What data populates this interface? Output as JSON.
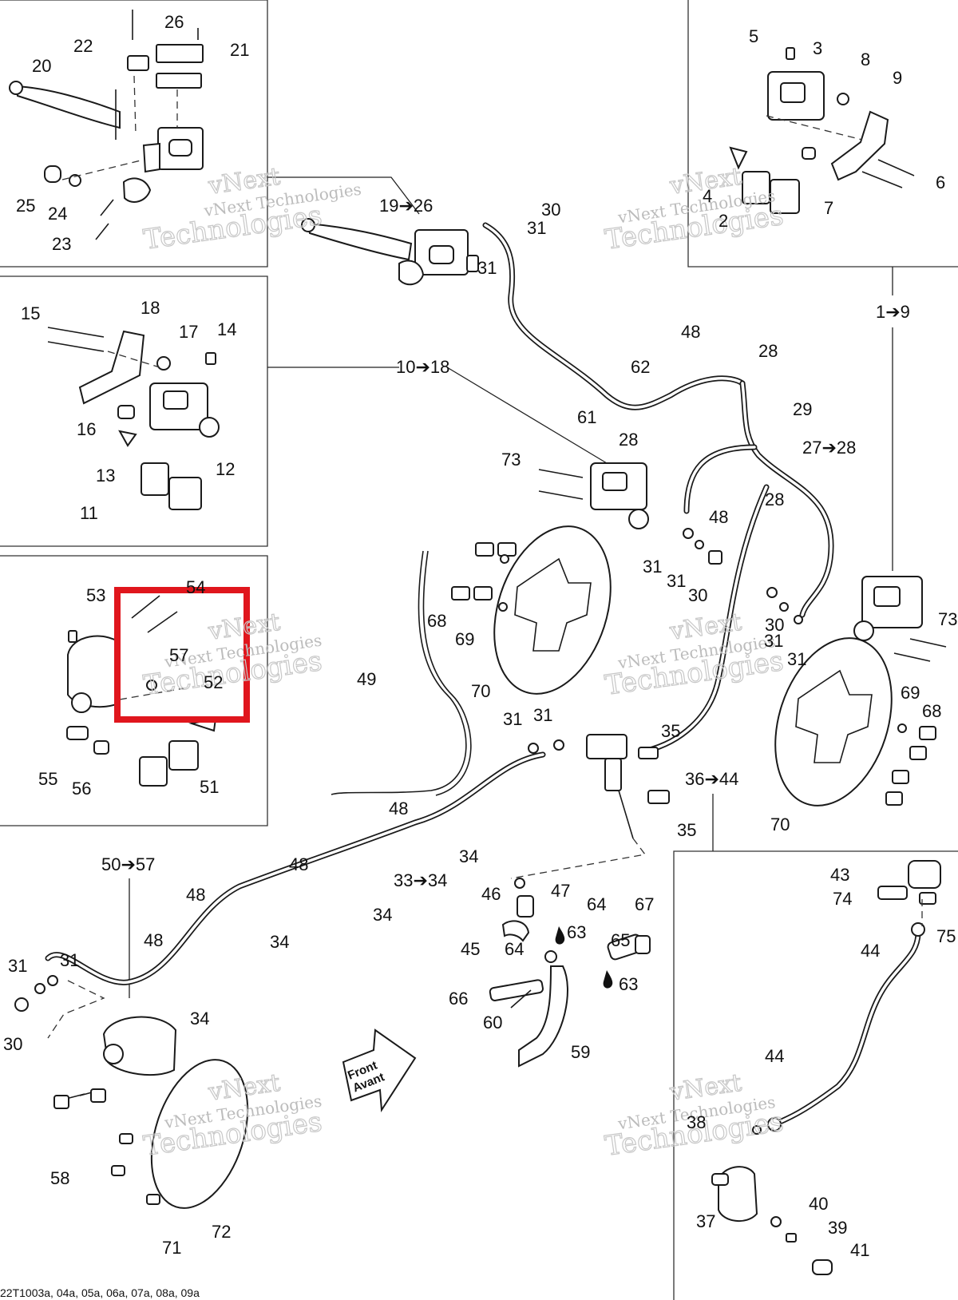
{
  "footer_code": "22T1003a, 04a, 05a, 06a, 07a, 08a, 09a",
  "watermark": {
    "line1": "vNext",
    "line2": "vNext Technologies",
    "line3": "Technologies"
  },
  "front_label": "Front",
  "front_label_fr": "Avant",
  "highlight_color": "#e0161d",
  "callouts": [
    {
      "id": "c20",
      "text": "20"
    },
    {
      "id": "c22",
      "text": "22"
    },
    {
      "id": "c26a",
      "text": "26"
    },
    {
      "id": "c21",
      "text": "21"
    },
    {
      "id": "c25",
      "text": "25"
    },
    {
      "id": "c24",
      "text": "24"
    },
    {
      "id": "c23",
      "text": "23"
    },
    {
      "id": "c19_26",
      "text": "19➔26"
    },
    {
      "id": "c30a",
      "text": "30"
    },
    {
      "id": "c31a",
      "text": "31"
    },
    {
      "id": "c31b",
      "text": "31"
    },
    {
      "id": "c5",
      "text": "5"
    },
    {
      "id": "c3",
      "text": "3"
    },
    {
      "id": "c8",
      "text": "8"
    },
    {
      "id": "c9",
      "text": "9"
    },
    {
      "id": "c4",
      "text": "4"
    },
    {
      "id": "c2",
      "text": "2"
    },
    {
      "id": "c7",
      "text": "7"
    },
    {
      "id": "c6",
      "text": "6"
    },
    {
      "id": "c1_9",
      "text": "1➔9"
    },
    {
      "id": "c15",
      "text": "15"
    },
    {
      "id": "c18",
      "text": "18"
    },
    {
      "id": "c17",
      "text": "17"
    },
    {
      "id": "c14",
      "text": "14"
    },
    {
      "id": "c16",
      "text": "16"
    },
    {
      "id": "c13",
      "text": "13"
    },
    {
      "id": "c12",
      "text": "12"
    },
    {
      "id": "c11",
      "text": "11"
    },
    {
      "id": "c10_18",
      "text": "10➔18"
    },
    {
      "id": "c48a",
      "text": "48"
    },
    {
      "id": "c28a",
      "text": "28"
    },
    {
      "id": "c62",
      "text": "62"
    },
    {
      "id": "c61",
      "text": "61"
    },
    {
      "id": "c28b",
      "text": "28"
    },
    {
      "id": "c29",
      "text": "29"
    },
    {
      "id": "c27_28",
      "text": "27➔28"
    },
    {
      "id": "c73a",
      "text": "73"
    },
    {
      "id": "c28c",
      "text": "28"
    },
    {
      "id": "c48b",
      "text": "48"
    },
    {
      "id": "c31c",
      "text": "31"
    },
    {
      "id": "c31d",
      "text": "31"
    },
    {
      "id": "c30b",
      "text": "30"
    },
    {
      "id": "c68a",
      "text": "68"
    },
    {
      "id": "c69a",
      "text": "69"
    },
    {
      "id": "c70a",
      "text": "70"
    },
    {
      "id": "c30c",
      "text": "30"
    },
    {
      "id": "c31e",
      "text": "31"
    },
    {
      "id": "c31f",
      "text": "31"
    },
    {
      "id": "c73b",
      "text": "73"
    },
    {
      "id": "c69b",
      "text": "69"
    },
    {
      "id": "c68b",
      "text": "68"
    },
    {
      "id": "c70b",
      "text": "70"
    },
    {
      "id": "c53",
      "text": "53"
    },
    {
      "id": "c54",
      "text": "54"
    },
    {
      "id": "c57",
      "text": "57"
    },
    {
      "id": "c52",
      "text": "52"
    },
    {
      "id": "c55",
      "text": "55"
    },
    {
      "id": "c56",
      "text": "56"
    },
    {
      "id": "c51",
      "text": "51"
    },
    {
      "id": "c49",
      "text": "49"
    },
    {
      "id": "c31g",
      "text": "31"
    },
    {
      "id": "c31h",
      "text": "31"
    },
    {
      "id": "c35a",
      "text": "35"
    },
    {
      "id": "c36_44",
      "text": "36➔44"
    },
    {
      "id": "c35b",
      "text": "35"
    },
    {
      "id": "c48c",
      "text": "48"
    },
    {
      "id": "c34a",
      "text": "34"
    },
    {
      "id": "c50_57",
      "text": "50➔57"
    },
    {
      "id": "c48d",
      "text": "48"
    },
    {
      "id": "c33_34",
      "text": "33➔34"
    },
    {
      "id": "c48e",
      "text": "48"
    },
    {
      "id": "c34b",
      "text": "34"
    },
    {
      "id": "c34c",
      "text": "34"
    },
    {
      "id": "c46",
      "text": "46"
    },
    {
      "id": "c47",
      "text": "47"
    },
    {
      "id": "c64a",
      "text": "64"
    },
    {
      "id": "c67",
      "text": "67"
    },
    {
      "id": "c65",
      "text": "65"
    },
    {
      "id": "c45",
      "text": "45"
    },
    {
      "id": "c64b",
      "text": "64"
    },
    {
      "id": "c63a",
      "text": "63"
    },
    {
      "id": "c63b",
      "text": "63"
    },
    {
      "id": "c66",
      "text": "66"
    },
    {
      "id": "c60",
      "text": "60"
    },
    {
      "id": "c59",
      "text": "59"
    },
    {
      "id": "c31i",
      "text": "31"
    },
    {
      "id": "c31j",
      "text": "31"
    },
    {
      "id": "c48f",
      "text": "48"
    },
    {
      "id": "c30d",
      "text": "30"
    },
    {
      "id": "c34d",
      "text": "34"
    },
    {
      "id": "c58",
      "text": "58"
    },
    {
      "id": "c72",
      "text": "72"
    },
    {
      "id": "c71",
      "text": "71"
    },
    {
      "id": "c43",
      "text": "43"
    },
    {
      "id": "c74",
      "text": "74"
    },
    {
      "id": "c75",
      "text": "75"
    },
    {
      "id": "c44a",
      "text": "44"
    },
    {
      "id": "c44b",
      "text": "44"
    },
    {
      "id": "c38",
      "text": "38"
    },
    {
      "id": "c40",
      "text": "40"
    },
    {
      "id": "c37",
      "text": "37"
    },
    {
      "id": "c39",
      "text": "39"
    },
    {
      "id": "c41",
      "text": "41"
    }
  ]
}
